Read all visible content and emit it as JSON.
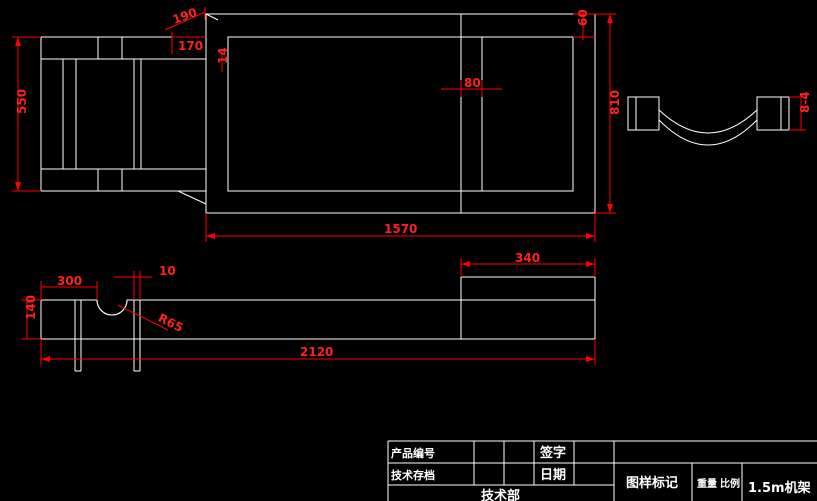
{
  "dimensions": {
    "d190": "190",
    "d170": "170",
    "d14": "14",
    "d550": "550",
    "d80": "80",
    "d60": "60",
    "d810": "810",
    "d1570": "1570",
    "d84": "8-4",
    "d300": "300",
    "d10": "10",
    "d340": "340",
    "d140": "140",
    "r65": "R65",
    "d2120": "2120"
  },
  "title_block": {
    "product_no": "产品编号",
    "tech_archive": "技术存档",
    "sign": "签字",
    "date": "日期",
    "dept": "技术部",
    "drawing_mark": "图样标记",
    "weight": "重量",
    "scale": "比例",
    "drawing_name": "1.5m机架"
  },
  "colors": {
    "background": "#000000",
    "geometry": "#ffffff",
    "dimensions": "#ff0000"
  }
}
